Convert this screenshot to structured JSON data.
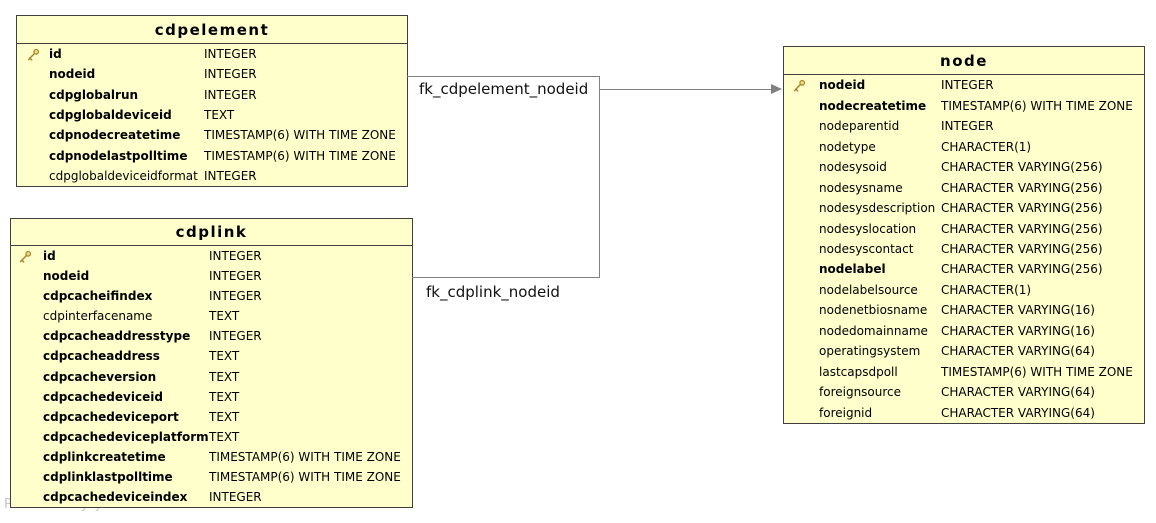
{
  "diagram": {
    "watermark": "Powered by yFiles",
    "colors": {
      "table_fill": "#ffffcc",
      "table_border": "#3f3f3f",
      "edge_gray": "#808080",
      "key_gold": "#a8842c",
      "watermark_gray": "#c6c6c6"
    },
    "tables": [
      {
        "name": "cdpelement",
        "columns": [
          {
            "name": "id",
            "type": "INTEGER",
            "key": true,
            "bold": true
          },
          {
            "name": "nodeid",
            "type": "INTEGER",
            "key": false,
            "bold": true
          },
          {
            "name": "cdpglobalrun",
            "type": "INTEGER",
            "key": false,
            "bold": true
          },
          {
            "name": "cdpglobaldeviceid",
            "type": "TEXT",
            "key": false,
            "bold": true
          },
          {
            "name": "cdpnodecreatetime",
            "type": "TIMESTAMP(6) WITH TIME ZONE",
            "key": false,
            "bold": true
          },
          {
            "name": "cdpnodelastpolltime",
            "type": "TIMESTAMP(6) WITH TIME ZONE",
            "key": false,
            "bold": true
          },
          {
            "name": "cdpglobaldeviceidformat",
            "type": "INTEGER",
            "key": false,
            "bold": false
          }
        ]
      },
      {
        "name": "cdplink",
        "columns": [
          {
            "name": "id",
            "type": "INTEGER",
            "key": true,
            "bold": true
          },
          {
            "name": "nodeid",
            "type": "INTEGER",
            "key": false,
            "bold": true
          },
          {
            "name": "cdpcacheifindex",
            "type": "INTEGER",
            "key": false,
            "bold": true
          },
          {
            "name": "cdpinterfacename",
            "type": "TEXT",
            "key": false,
            "bold": false
          },
          {
            "name": "cdpcacheaddresstype",
            "type": "INTEGER",
            "key": false,
            "bold": true
          },
          {
            "name": "cdpcacheaddress",
            "type": "TEXT",
            "key": false,
            "bold": true
          },
          {
            "name": "cdpcacheversion",
            "type": "TEXT",
            "key": false,
            "bold": true
          },
          {
            "name": "cdpcachedeviceid",
            "type": "TEXT",
            "key": false,
            "bold": true
          },
          {
            "name": "cdpcachedeviceport",
            "type": "TEXT",
            "key": false,
            "bold": true
          },
          {
            "name": "cdpcachedeviceplatform",
            "type": "TEXT",
            "key": false,
            "bold": true
          },
          {
            "name": "cdplinkcreatetime",
            "type": "TIMESTAMP(6) WITH TIME ZONE",
            "key": false,
            "bold": true
          },
          {
            "name": "cdplinklastpolltime",
            "type": "TIMESTAMP(6) WITH TIME ZONE",
            "key": false,
            "bold": true
          },
          {
            "name": "cdpcachedeviceindex",
            "type": "INTEGER",
            "key": false,
            "bold": true
          }
        ]
      },
      {
        "name": "node",
        "columns": [
          {
            "name": "nodeid",
            "type": "INTEGER",
            "key": true,
            "bold": true
          },
          {
            "name": "nodecreatetime",
            "type": "TIMESTAMP(6) WITH TIME ZONE",
            "key": false,
            "bold": true
          },
          {
            "name": "nodeparentid",
            "type": "INTEGER",
            "key": false,
            "bold": false
          },
          {
            "name": "nodetype",
            "type": "CHARACTER(1)",
            "key": false,
            "bold": false
          },
          {
            "name": "nodesysoid",
            "type": "CHARACTER VARYING(256)",
            "key": false,
            "bold": false
          },
          {
            "name": "nodesysname",
            "type": "CHARACTER VARYING(256)",
            "key": false,
            "bold": false
          },
          {
            "name": "nodesysdescription",
            "type": "CHARACTER VARYING(256)",
            "key": false,
            "bold": false
          },
          {
            "name": "nodesyslocation",
            "type": "CHARACTER VARYING(256)",
            "key": false,
            "bold": false
          },
          {
            "name": "nodesyscontact",
            "type": "CHARACTER VARYING(256)",
            "key": false,
            "bold": false
          },
          {
            "name": "nodelabel",
            "type": "CHARACTER VARYING(256)",
            "key": false,
            "bold": true
          },
          {
            "name": "nodelabelsource",
            "type": "CHARACTER(1)",
            "key": false,
            "bold": false
          },
          {
            "name": "nodenetbiosname",
            "type": "CHARACTER VARYING(16)",
            "key": false,
            "bold": false
          },
          {
            "name": "nodedomainname",
            "type": "CHARACTER VARYING(16)",
            "key": false,
            "bold": false
          },
          {
            "name": "operatingsystem",
            "type": "CHARACTER VARYING(64)",
            "key": false,
            "bold": false
          },
          {
            "name": "lastcapsdpoll",
            "type": "TIMESTAMP(6) WITH TIME ZONE",
            "key": false,
            "bold": false
          },
          {
            "name": "foreignsource",
            "type": "CHARACTER VARYING(64)",
            "key": false,
            "bold": false
          },
          {
            "name": "foreignid",
            "type": "CHARACTER VARYING(64)",
            "key": false,
            "bold": false
          }
        ]
      }
    ],
    "relationships": [
      {
        "label": "fk_cdpelement_nodeid",
        "from": "cdpelement.nodeid",
        "to": "node.nodeid"
      },
      {
        "label": "fk_cdplink_nodeid",
        "from": "cdplink.nodeid",
        "to": "node.nodeid"
      }
    ]
  }
}
